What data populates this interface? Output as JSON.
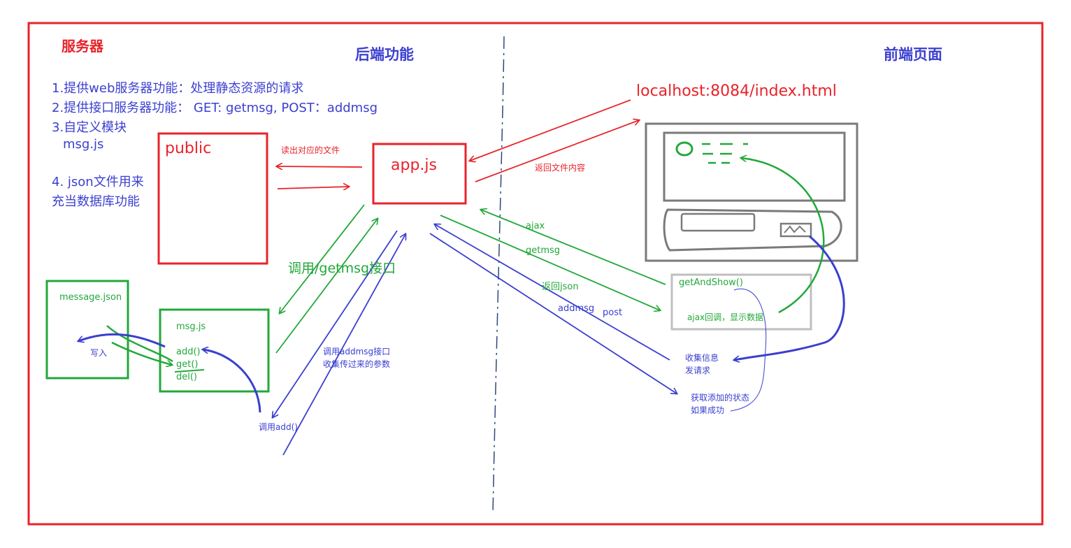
{
  "colors": {
    "red": "#e8232a",
    "blue": "#3b3fcf",
    "green": "#22a83a",
    "gray": "#7a7a7a"
  },
  "server_title": "服务器",
  "backend_title": "后端功能",
  "frontend_title": "前端页面",
  "features": [
    "1.提供web服务器功能：处理静态资源的请求",
    "2.提供接口服务器功能： GET: getmsg, POST：addmsg",
    "3.自定义模块",
    "msg.js",
    "4. json文件用来",
    "充当数据库功能"
  ],
  "url": "localhost:8084/index.html",
  "boxes": {
    "public": "public",
    "app": "app.js",
    "message_json": "message.json",
    "msg_js": "msg.js",
    "get_and_show": "getAndShow()"
  },
  "msg_methods": [
    "add()",
    "get()",
    "del()"
  ],
  "labels": {
    "read_file": "读出对应的文件",
    "return_content": "返回文件内容",
    "call_getmsg": "调用/getmsg接口",
    "write": "写入",
    "ajax": "ajax",
    "getmsg": "getmsg",
    "return_json": "返回json",
    "addmsg": "addmsg",
    "post": "post",
    "ajax_callback": "ajax回调，显示数据",
    "call_addmsg_1": "调用addmsg接口",
    "call_addmsg_2": "收集传过来的参数",
    "call_add": "调用add()",
    "collect_1": "收集信息",
    "collect_2": "发请求",
    "status_1": "获取添加的状态",
    "status_2": "如果成功"
  },
  "icons": [
    "page-preview-icon",
    "form-submit-icon",
    "arrow-icon"
  ]
}
